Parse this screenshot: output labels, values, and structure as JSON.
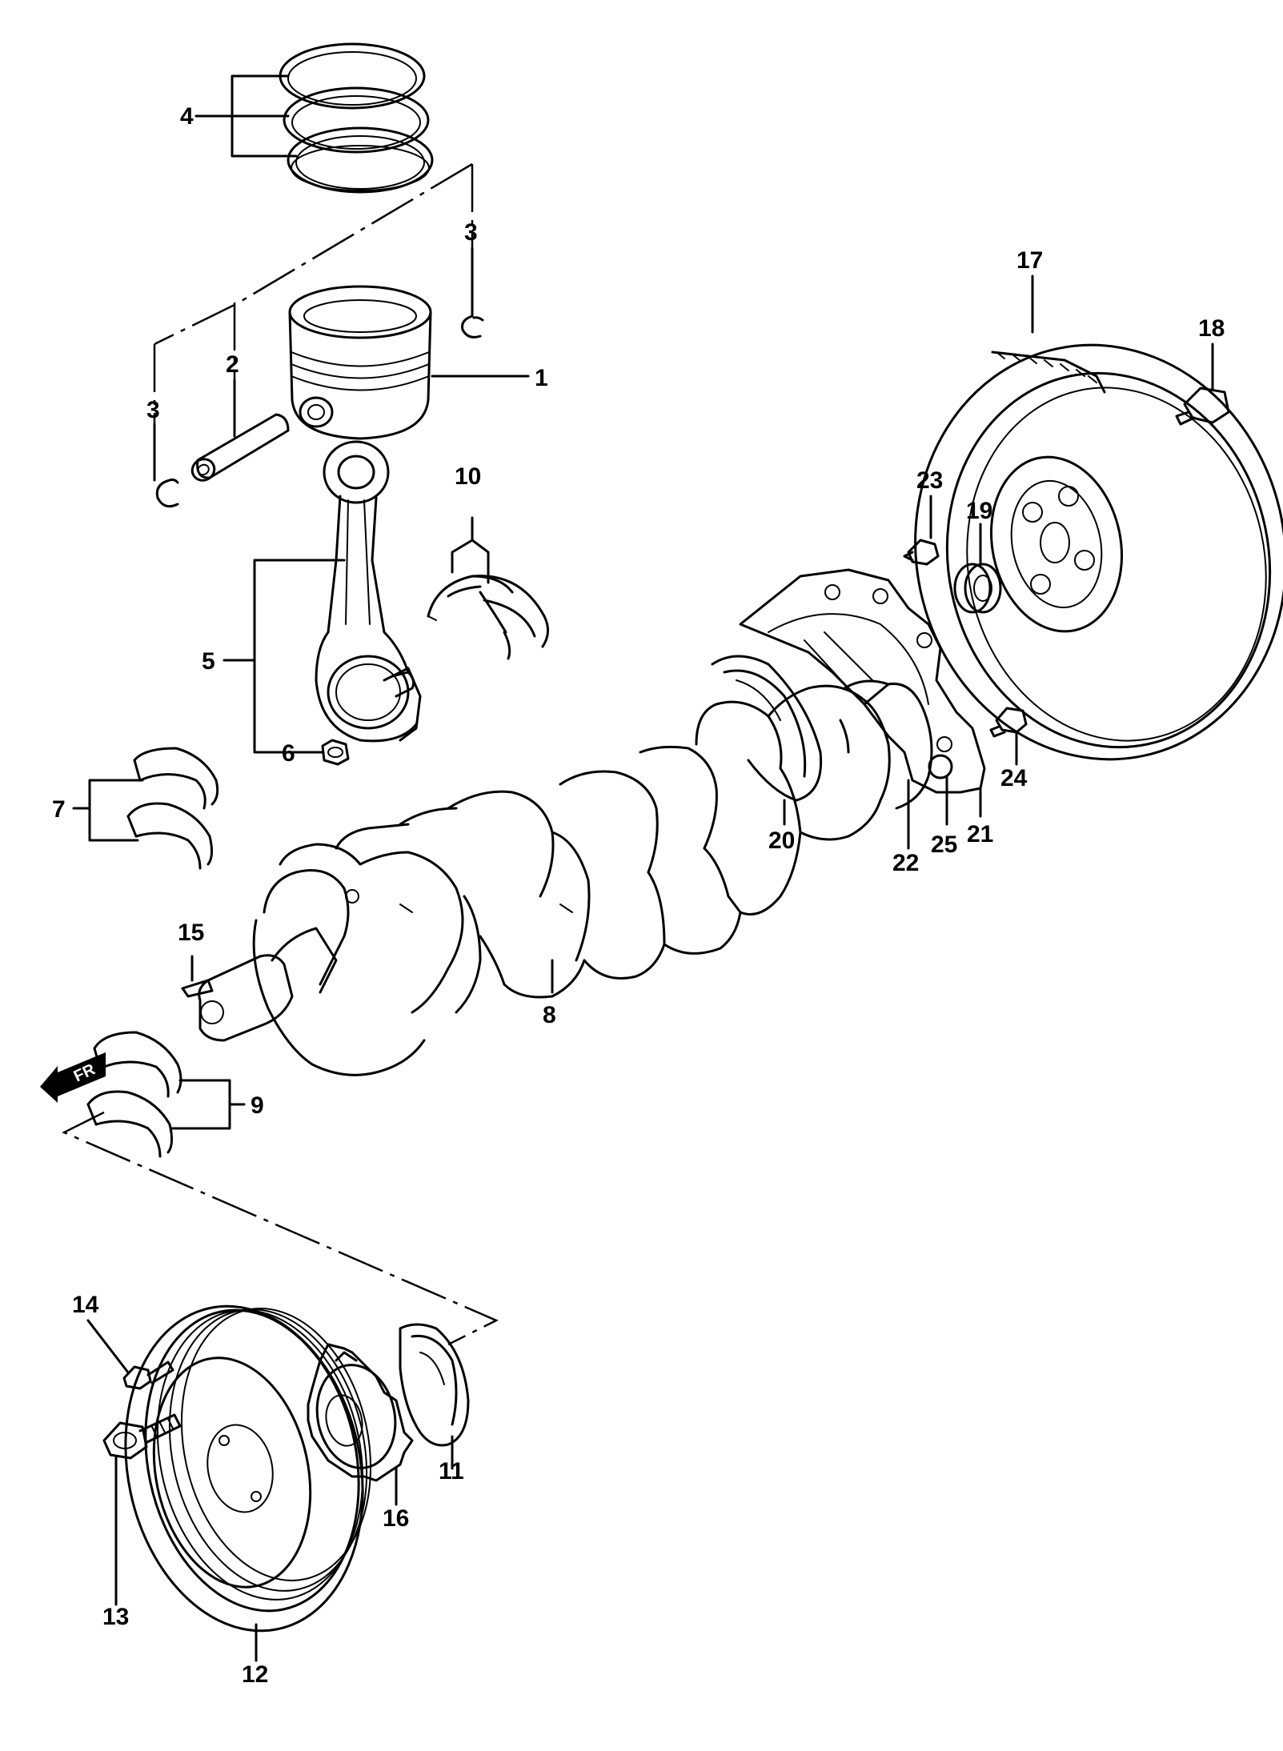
{
  "labels": {
    "p1": "1",
    "p2": "2",
    "p3a": "3",
    "p3b": "3",
    "p4": "4",
    "p5": "5",
    "p6": "6",
    "p7": "7",
    "p8": "8",
    "p9": "9",
    "p10": "10",
    "p11": "11",
    "p12": "12",
    "p13": "13",
    "p14": "14",
    "p15": "15",
    "p16": "16",
    "p17": "17",
    "p18": "18",
    "p19": "19",
    "p20": "20",
    "p21": "21",
    "p22": "22",
    "p23": "23",
    "p24": "24",
    "p25": "25"
  },
  "front_arrow_text": "FR",
  "icons": {
    "front_arrow": "arrow-left-icon"
  }
}
